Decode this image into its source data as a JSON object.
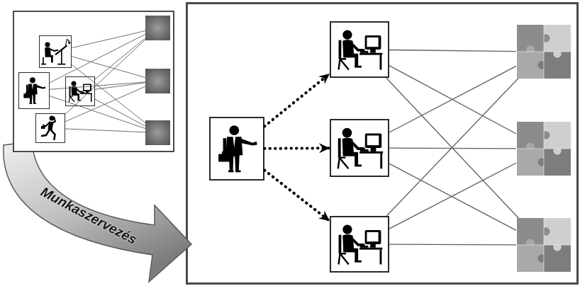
{
  "diagram": {
    "nodes": [
      {
        "text": []
      },
      {
        "text": [],
        "in": 0
      },
      {
        "text": [],
        "in": 0
      },
      {
        "text": [],
        "in": 0
      },
      {
        "text": [],
        "in": 0
      },
      {
        "text": [],
        "in": 0
      },
      {
        "text": [],
        "in": 0
      },
      {
        "text": [],
        "in": 0
      },
      {
        "text": [
          "Munkaszervezés"
        ]
      },
      {
        "text": []
      },
      {
        "text": [],
        "in": 9
      },
      {
        "text": [],
        "in": 9
      },
      {
        "text": [],
        "in": 9
      },
      {
        "text": [],
        "in": 9
      },
      {
        "text": [],
        "in": 9
      },
      {
        "text": [],
        "in": 9
      },
      {
        "text": [],
        "in": 9
      }
    ],
    "edges": [
      {
        "from": 1,
        "to": 5,
        "arrow": "none"
      },
      {
        "from": 1,
        "to": 6,
        "arrow": "none"
      },
      {
        "from": 1,
        "to": 7,
        "arrow": "none"
      },
      {
        "from": 2,
        "to": 5,
        "arrow": "none"
      },
      {
        "from": 2,
        "to": 6,
        "arrow": "none"
      },
      {
        "from": 2,
        "to": 7,
        "arrow": "none"
      },
      {
        "from": 3,
        "to": 5,
        "arrow": "none"
      },
      {
        "from": 3,
        "to": 6,
        "arrow": "none"
      },
      {
        "from": 3,
        "to": 7,
        "arrow": "none"
      },
      {
        "from": 4,
        "to": 5,
        "arrow": "none"
      },
      {
        "from": 4,
        "to": 6,
        "arrow": "none"
      },
      {
        "from": 4,
        "to": 7,
        "arrow": "none"
      },
      {
        "from": 10,
        "to": 11,
        "arrow": "to"
      },
      {
        "from": 10,
        "to": 12,
        "arrow": "to"
      },
      {
        "from": 10,
        "to": 13,
        "arrow": "to"
      },
      {
        "from": 11,
        "to": 14,
        "arrow": "none"
      },
      {
        "from": 11,
        "to": 15,
        "arrow": "none"
      },
      {
        "from": 11,
        "to": 16,
        "arrow": "none"
      },
      {
        "from": 12,
        "to": 14,
        "arrow": "none"
      },
      {
        "from": 12,
        "to": 15,
        "arrow": "none"
      },
      {
        "from": 12,
        "to": 16,
        "arrow": "none"
      },
      {
        "from": 13,
        "to": 14,
        "arrow": "none"
      },
      {
        "from": 13,
        "to": 15,
        "arrow": "none"
      },
      {
        "from": 13,
        "to": 16,
        "arrow": "none"
      }
    ]
  }
}
